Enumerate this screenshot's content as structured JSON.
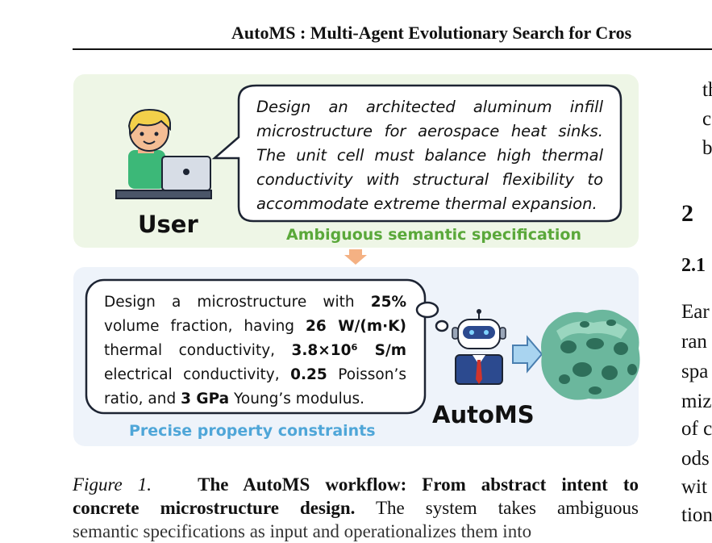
{
  "header": {
    "running_title": "AutoMS : Multi-Agent Evolutionary Search for Cros"
  },
  "figure": {
    "user_prompt_lines": [
      "Design an architected aluminum infill",
      "microstructure for aerospace heat sinks.",
      "The unit cell must balance high thermal",
      "conductivity with structural flexibility to",
      "accommodate extreme thermal expansion."
    ],
    "user_label": "User",
    "ambiguous_caption": "Ambiguous semantic specification",
    "automs_label": "AutoMS",
    "precise_caption": "Precise property constraints",
    "spec": {
      "line1_prefix": "Design a microstructure with ",
      "volume_fraction": "25%",
      "line2_prefix": "volume fraction, having ",
      "thermal_conductivity": "26 W/(m·K)",
      "line3_prefix": "thermal conductivity, ",
      "electrical_conductivity": "3.8×10⁶ S/m",
      "line4_prefix": "electrical conductivity, ",
      "poisson_ratio": "0.25",
      "line4_suffix": " Poisson’s",
      "line5_prefix": "ratio, and ",
      "youngs_modulus": "3 GPa",
      "line5_suffix": " Young’s modulus."
    },
    "colors": {
      "top_panel": "#eef6e6",
      "bottom_panel": "#eef3fa",
      "green_caption": "#5aa83a",
      "blue_caption": "#4fa6d8",
      "arrow": "#f4b183"
    }
  },
  "right_column": {
    "lines": [
      "th",
      "c",
      "b"
    ],
    "section_number": "2",
    "subsection_number": "2.1",
    "body_lines": [
      "Ear",
      "ran",
      "spa",
      "miz",
      "of c",
      "ods",
      "wit",
      "tion"
    ]
  },
  "caption": {
    "fig_label": "Figure 1.",
    "bold_text_line1": "The AutoMS workflow: From abstract intent to",
    "bold_text_line2": "concrete microstructure design.",
    "text_line2": " The system takes ambiguous",
    "text_line3": "semantic specifications as input and operationalizes them into"
  }
}
